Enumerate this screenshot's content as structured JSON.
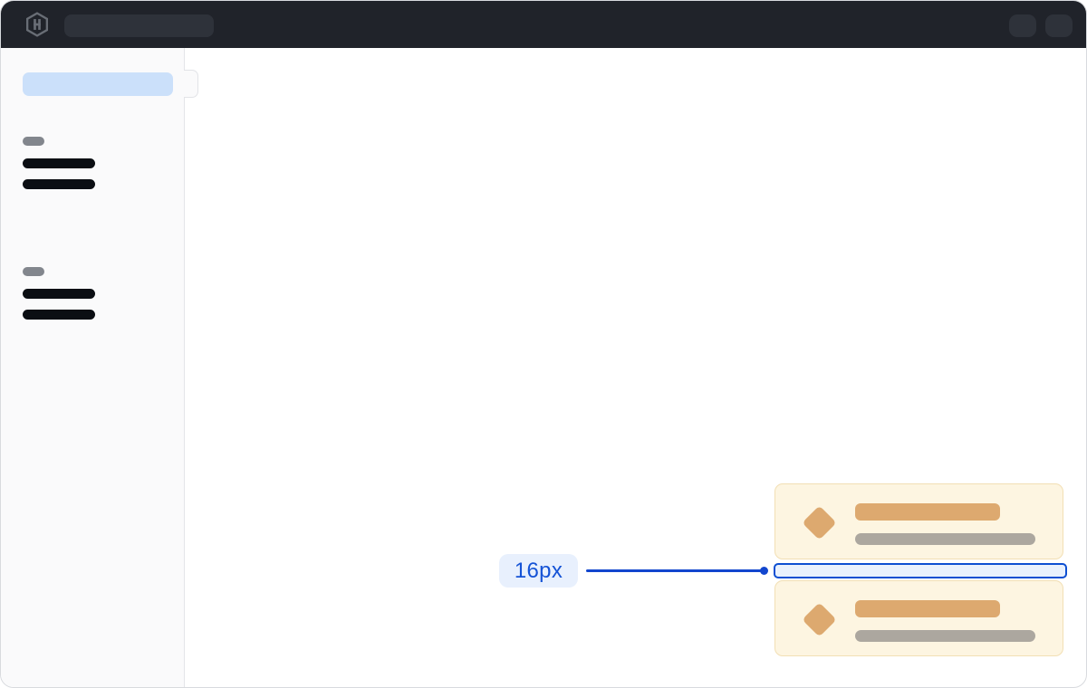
{
  "header": {
    "logo_icon": "hashicorp-logo-icon",
    "search_skeleton": {
      "value": "",
      "placeholder": ""
    },
    "action_buttons": [
      {
        "name": "header-action-1"
      },
      {
        "name": "header-action-2"
      }
    ],
    "bg_color": "#20232a",
    "control_color": "#2e323a"
  },
  "sidebar": {
    "bg_color": "#fafafb",
    "active_item_color": "#cbe0fa",
    "groups": [
      {
        "label_pill": "skeleton",
        "items": [
          "skeleton-nav-item",
          "skeleton-nav-item"
        ]
      },
      {
        "label_pill": "skeleton",
        "items": [
          "skeleton-nav-item",
          "skeleton-nav-item"
        ]
      }
    ]
  },
  "main": {
    "cards": [
      {
        "icon": "diamond-icon",
        "title_bar": "skeleton",
        "subtitle_bar": "skeleton"
      },
      {
        "icon": "diamond-icon",
        "title_bar": "skeleton",
        "subtitle_bar": "skeleton"
      }
    ],
    "card_colors": {
      "bg": "#fdf5e1",
      "border": "#f2dfb4",
      "accent": "#dda96f",
      "muted": "#aca79f"
    }
  },
  "annotation": {
    "label": "16px",
    "accent_color": "#0d4fd2",
    "highlight_fill": "#e9f1fd",
    "label_bg": "#e8f0fd",
    "label_text_color": "#1553d6"
  }
}
